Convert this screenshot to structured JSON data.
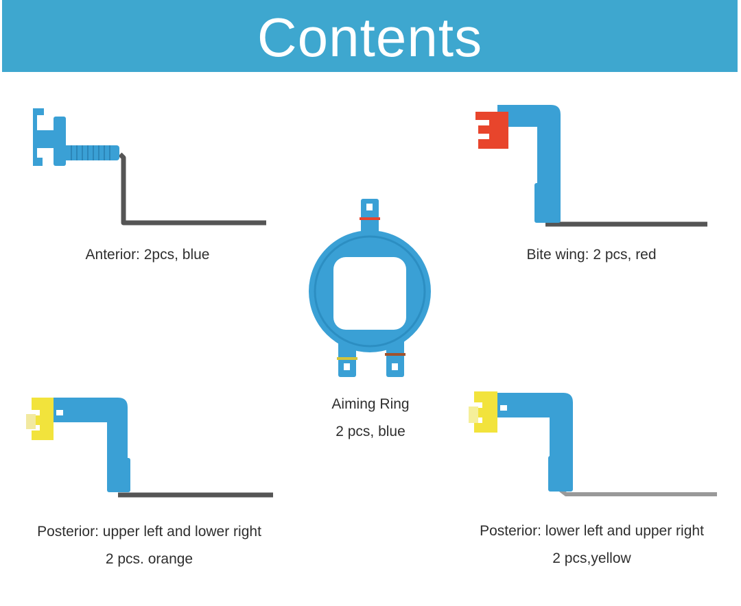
{
  "header": {
    "title": "Contents"
  },
  "items": [
    {
      "id": "anterior",
      "line1": "Anterior: 2pcs, blue",
      "line2": ""
    },
    {
      "id": "bite-wing",
      "line1": "Bite wing: 2 pcs, red",
      "line2": ""
    },
    {
      "id": "aiming-ring",
      "line1": "Aiming Ring",
      "line2": "2 pcs, blue"
    },
    {
      "id": "posterior-orange",
      "line1": "Posterior: upper left and lower right",
      "line2": "2 pcs. orange"
    },
    {
      "id": "posterior-yellow",
      "line1": "Posterior: lower left and upper right",
      "line2": "2 pcs,yellow"
    }
  ],
  "colors": {
    "banner": "#3ea7cf",
    "part_blue": "#3aa0d5",
    "red": "#e8452c",
    "yellow": "#f2e33c",
    "rod": "#5a5a5a"
  }
}
